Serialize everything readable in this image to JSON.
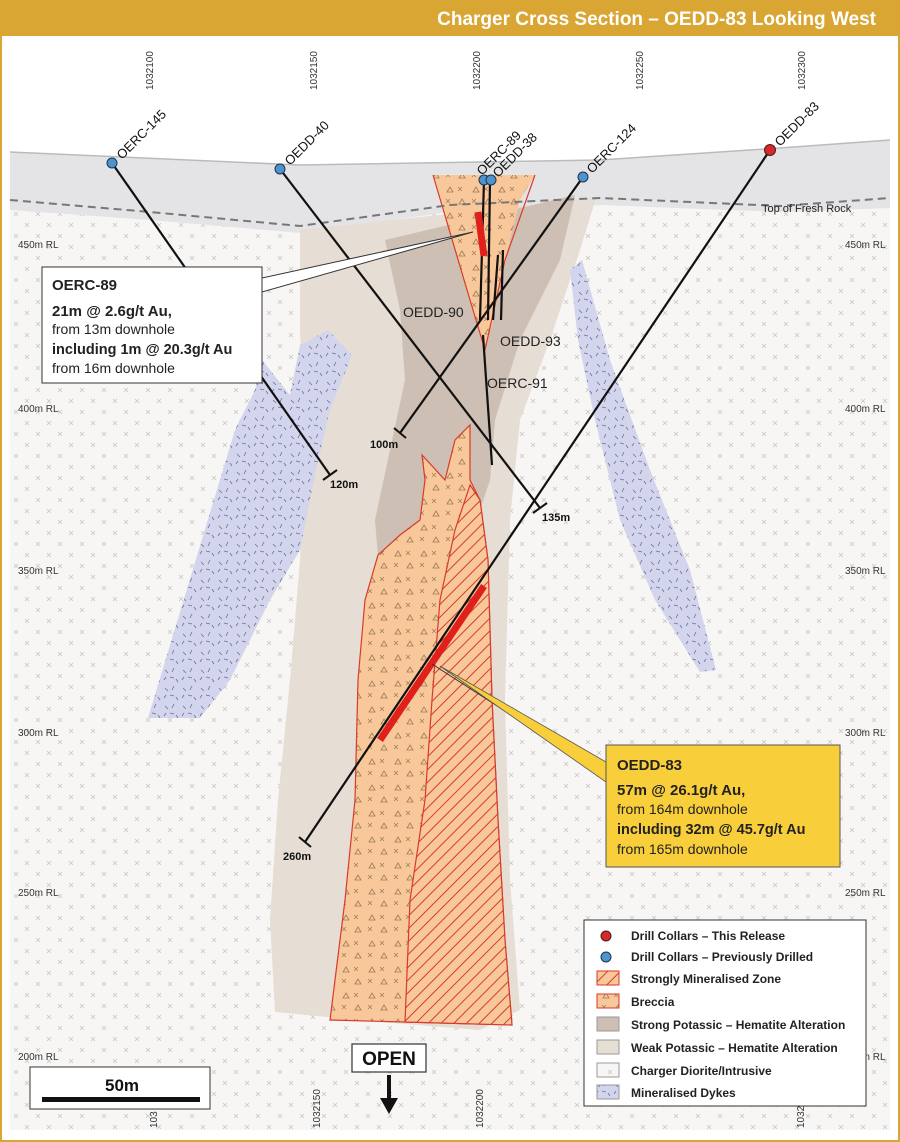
{
  "title": "Charger Cross Section – OEDD-83 Looking West",
  "colors": {
    "title_bar": "#d9a533",
    "frame": "#d9a533",
    "collar_new": "#d42a2a",
    "collar_old": "#4f93cc",
    "mineralised": "#d93a2a",
    "breccia": "#f8c89a",
    "strong_potassic": "#cdbfb4",
    "weak_potassic": "#e6ddd5",
    "dykes": "#cfd2ea",
    "callout_yellow": "#f9ce3b"
  },
  "eastings_top": [
    "1032100",
    "1032150",
    "1032200",
    "1032250",
    "1032300"
  ],
  "eastings_bottom": [
    "103",
    "1032150",
    "1032200",
    "1032"
  ],
  "rl_labels": [
    "450m RL",
    "400m RL",
    "350m RL",
    "300m RL",
    "250m RL",
    "200m RL"
  ],
  "surface_label": "Top of Fresh Rock",
  "collars": [
    {
      "name": "OERC-145",
      "type": "previous"
    },
    {
      "name": "OEDD-40",
      "type": "previous"
    },
    {
      "name": "OERC-89",
      "type": "previous"
    },
    {
      "name": "OEDD-38",
      "type": "previous"
    },
    {
      "name": "OERC-124",
      "type": "previous"
    },
    {
      "name": "OEDD-83",
      "type": "this_release"
    }
  ],
  "trace_labels": [
    "OEDD-90",
    "OEDD-93",
    "OERC-91"
  ],
  "end_depths": [
    "120m",
    "100m",
    "135m",
    "260m"
  ],
  "callout_1": {
    "hole": "OERC-89",
    "line1": "21m @ 2.6g/t Au,",
    "line2": "from 13m downhole",
    "line3": "including 1m @ 20.3g/t Au",
    "line4": "from 16m downhole"
  },
  "callout_2": {
    "hole": "OEDD-83",
    "line1": "57m @ 26.1g/t Au,",
    "line2": "from 164m downhole",
    "line3": "including 32m @ 45.7g/t Au",
    "line4": "from 165m downhole"
  },
  "open_label": "OPEN",
  "scale_label": "50m",
  "legend": [
    {
      "label": "Drill Collars – This Release",
      "swatch": "collar-new"
    },
    {
      "label": "Drill Collars – Previously Drilled",
      "swatch": "collar-old"
    },
    {
      "label": "Strongly Mineralised Zone",
      "swatch": "hatch"
    },
    {
      "label": "Breccia",
      "swatch": "breccia"
    },
    {
      "label_a": "Strong Potassic – ",
      "label_b": "Hematite",
      "label_c": " Alteration",
      "swatch": "strong"
    },
    {
      "label_a": "Weak Potassic – ",
      "label_b": "Hematite",
      "label_c": " Alteration",
      "swatch": "weak"
    },
    {
      "label": "Charger Diorite/Intrusive",
      "swatch": "diorite"
    },
    {
      "label": "Mineralised Dykes",
      "swatch": "dykes"
    }
  ]
}
